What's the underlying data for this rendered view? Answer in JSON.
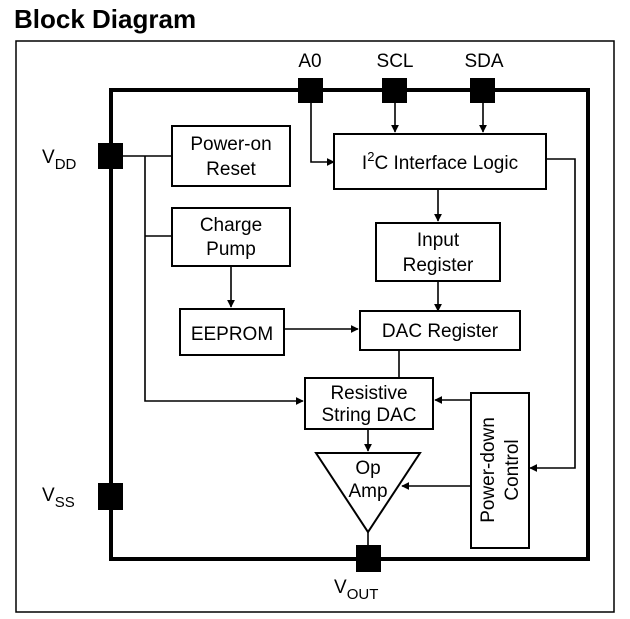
{
  "title": "Block Diagram",
  "pins": {
    "a0": "A0",
    "scl": "SCL",
    "sda": "SDA",
    "vdd_main": "V",
    "vdd_sub": "DD",
    "vss_main": "V",
    "vss_sub": "SS",
    "vout_main": "V",
    "vout_sub": "OUT"
  },
  "blocks": {
    "power_on_reset": [
      "Power-on",
      "Reset"
    ],
    "i2c": {
      "pre": "I",
      "sup": "2",
      "post": "C Interface Logic"
    },
    "charge_pump": [
      "Charge",
      "Pump"
    ],
    "input_register": [
      "Input",
      "Register"
    ],
    "eeprom": "EEPROM",
    "dac_register": "DAC Register",
    "resistive_dac": [
      "Resistive",
      "String DAC"
    ],
    "op_amp": [
      "Op",
      "Amp"
    ],
    "power_down": [
      "Power-down",
      "Control"
    ]
  }
}
